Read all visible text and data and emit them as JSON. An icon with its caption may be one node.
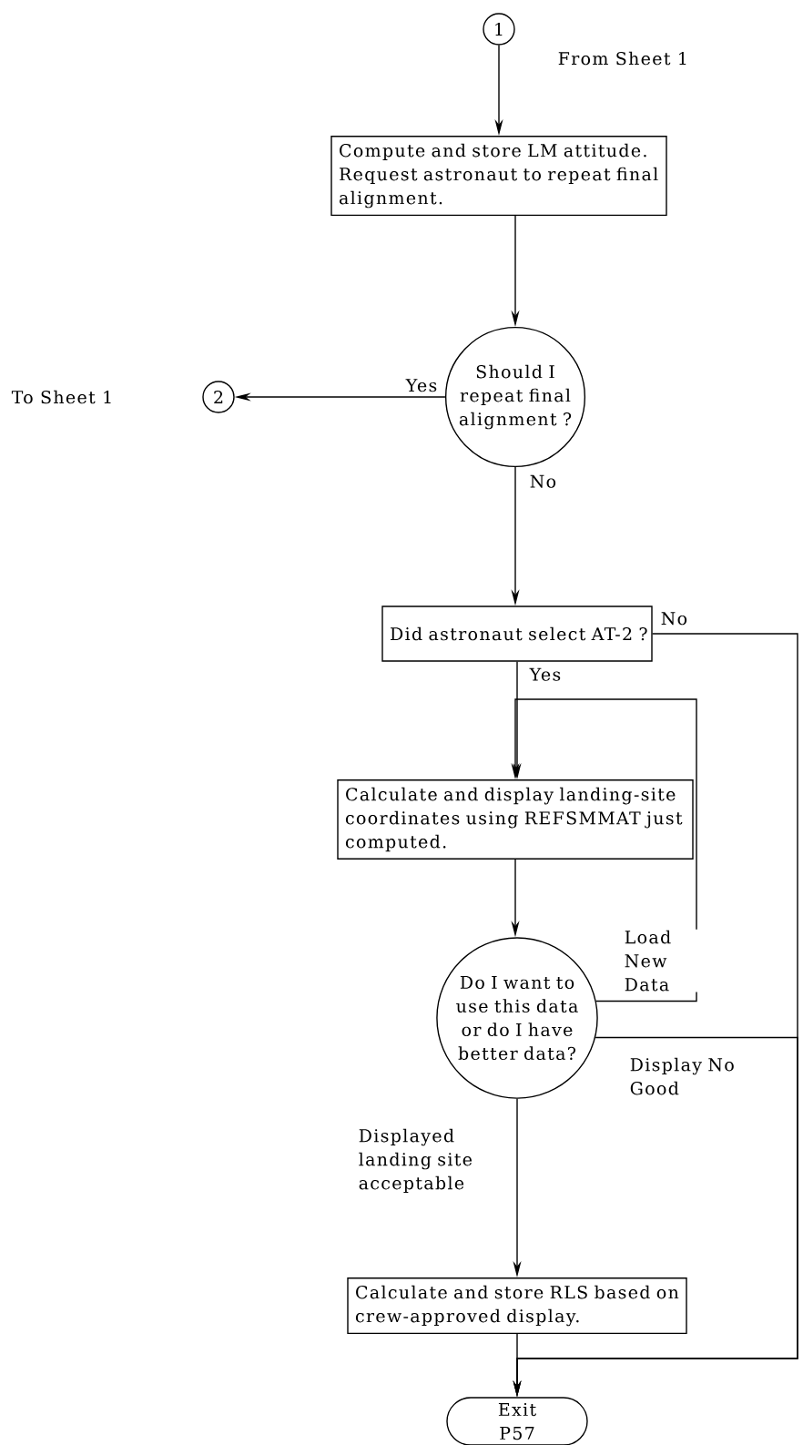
{
  "diagram": {
    "nodes": [
      {
        "text": [
          "1"
        ],
        "beside": [
          "From Sheet 1"
        ]
      },
      {
        "text": [
          "Compute and store LM attitude. Request astronaut to repeat final alignment."
        ]
      },
      {
        "text": [
          "Should I repeat final alignment ?"
        ]
      },
      {
        "text": [
          "2"
        ]
      },
      {
        "text": [
          "Did astronaut select AT-2 ?"
        ]
      },
      {
        "text": [
          "Calculate and display landing-site coordinates using REFSMMAT just computed."
        ]
      },
      {
        "text": [
          "Do I want to use this data or do I have better data?"
        ]
      },
      {
        "text": [
          "Calculate and store RLS based on crew-approved display."
        ]
      },
      {
        "text": [
          "Exit P57"
        ]
      }
    ],
    "edges": [
      {
        "from": 0,
        "to": 1,
        "arrow": "to"
      },
      {
        "from": 1,
        "to": 2,
        "arrow": "to"
      },
      {
        "from": 2,
        "to": 3,
        "arrow": "to",
        "label": "Yes"
      },
      {
        "from": 2,
        "to": 4,
        "arrow": "to",
        "label": "No"
      },
      {
        "from": 4,
        "to": 5,
        "arrow": "to",
        "label": "Yes"
      },
      {
        "from": 4,
        "to": 8,
        "arrow": "to",
        "label": "No"
      },
      {
        "from": 5,
        "to": 6,
        "arrow": "to"
      },
      {
        "from": 6,
        "to": 5,
        "arrow": "to",
        "label": "Load New Data"
      },
      {
        "from": 6,
        "to": 8,
        "arrow": "to",
        "label": "Display No Good"
      },
      {
        "from": 6,
        "to": 7,
        "arrow": "to",
        "label": "Displayed landing site acceptable"
      },
      {
        "from": 7,
        "to": 8,
        "arrow": "to"
      }
    ],
    "labels": [
      "To Sheet 1"
    ]
  }
}
